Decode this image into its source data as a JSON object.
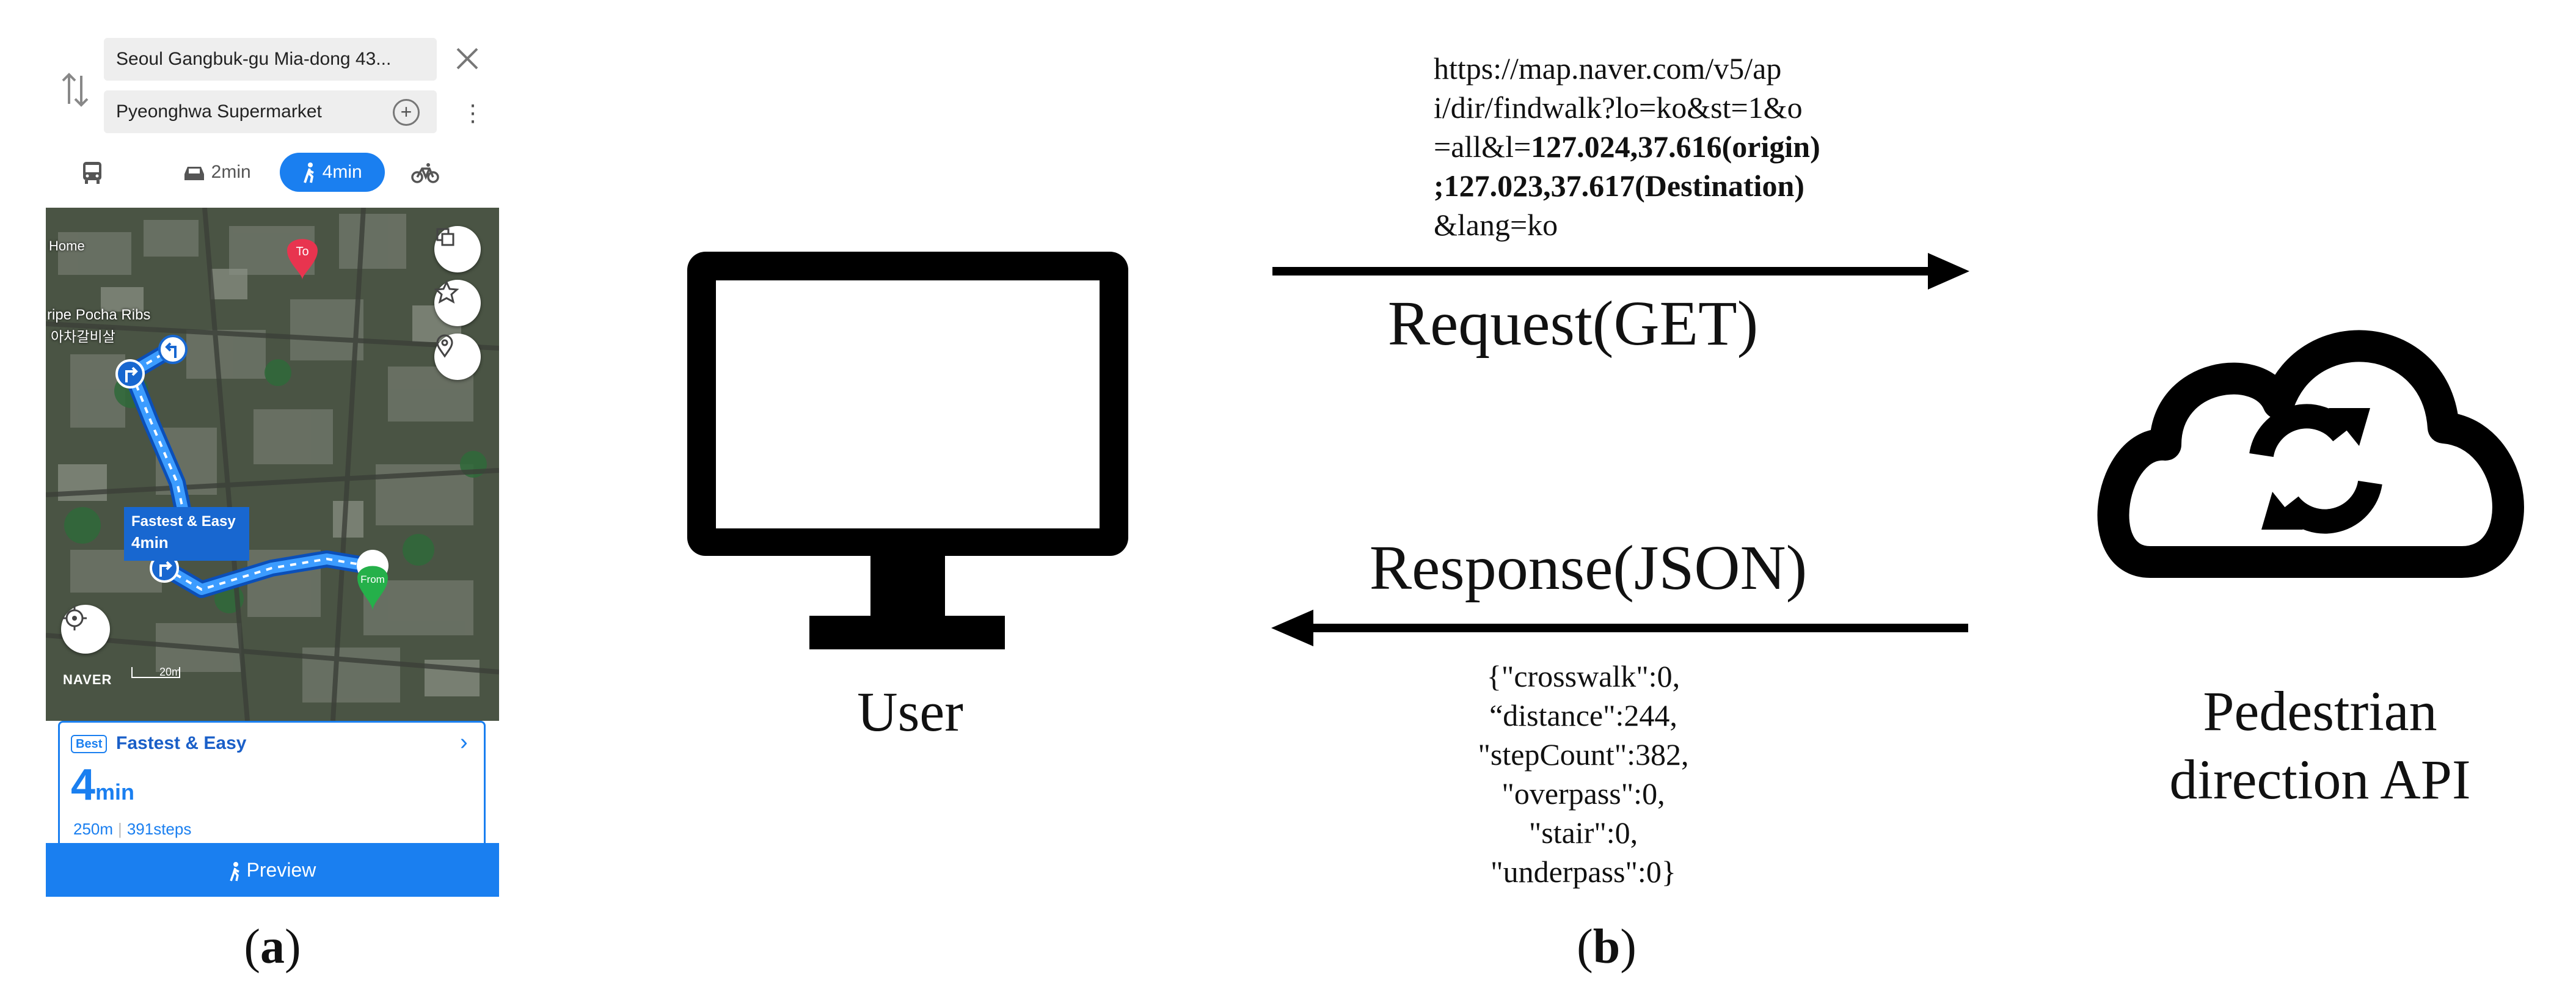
{
  "phone": {
    "origin": "Seoul Gangbuk-gu Mia-dong 43...",
    "destination": "Pyeonghwa Supermarket",
    "modes": {
      "car_time": "2min",
      "walk_time": "4min"
    },
    "map": {
      "home_label": "Home",
      "place_label_en": "ripe Pocha Ribs",
      "place_label_ko": "아차갈비살",
      "destination_pin": "To",
      "origin_pin": "From",
      "route_tag_title": "Fastest & Easy",
      "route_tag_time": "4min",
      "logo": "NAVER",
      "scale": "20m"
    },
    "route_card": {
      "badge": "Best",
      "title": "Fastest & Easy",
      "time_value": "4",
      "time_unit": "min",
      "distance": "250m",
      "steps": "391steps"
    },
    "preview_label": "Preview",
    "accent_color": "#1a7ff0"
  },
  "diagram": {
    "request_url_line1": "https://map.naver.com/v5/ap",
    "request_url_line2": "i/dir/findwalk?lo=ko&st=1&o",
    "request_url_line3_plain": "=all&l=",
    "request_url_line3_bold": "127.024,37.616(origin)",
    "request_url_line4_bold": ";127.023,37.617(Destination)",
    "request_url_line5": "&lang=ko",
    "request_label": "Request(GET)",
    "response_label": "Response(JSON)",
    "response_json": [
      "{\"crosswalk\":0,",
      "“distance\":244,",
      "\"stepCount\":382,",
      "\"overpass\":0,",
      "\"stair\":0,",
      "\"underpass\":0}"
    ],
    "user_label": "User",
    "api_label_line1": "Pedestrian",
    "api_label_line2": "direction API",
    "icons": [
      "monitor-icon",
      "cloud-sync-icon",
      "arrow-right-icon",
      "arrow-left-icon"
    ]
  },
  "captions": {
    "a": "a",
    "b": "b"
  }
}
